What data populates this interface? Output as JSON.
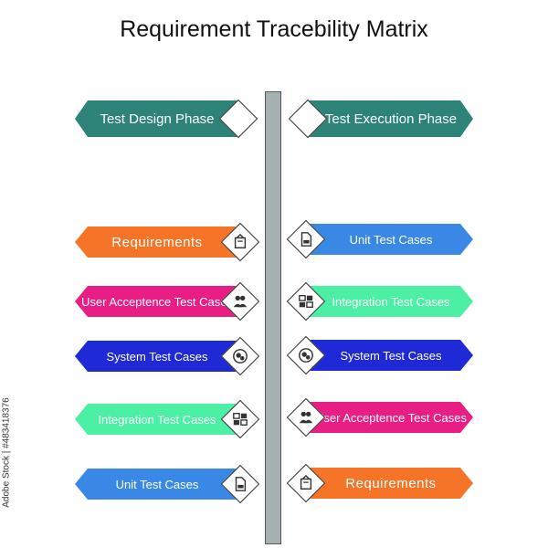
{
  "title": "Requirement Tracebility Matrix",
  "side_credit": "Adobe Stock | #483418376",
  "left": {
    "phase": {
      "label": "Test Design Phase",
      "color": "#2d8378"
    },
    "items": [
      {
        "label": "Requirements",
        "color": "#f57427",
        "icon": "document-icon"
      },
      {
        "label": "User Acceptence Test Cases",
        "color": "#e81e84",
        "icon": "users-icon"
      },
      {
        "label": "System Test Cases",
        "color": "#1f2ad6",
        "icon": "gears-icon"
      },
      {
        "label": "Integration Test Cases",
        "color": "#4bf0a4",
        "icon": "modules-icon"
      },
      {
        "label": "Unit Test Cases",
        "color": "#3a88e6",
        "icon": "file-icon"
      }
    ]
  },
  "right": {
    "phase": {
      "label": "Test Execution Phase",
      "color": "#2d8378"
    },
    "items": [
      {
        "label": "Unit Test Cases",
        "color": "#3a88e6",
        "icon": "file-icon"
      },
      {
        "label": "Integration Test Cases",
        "color": "#4bf0a4",
        "icon": "modules-icon"
      },
      {
        "label": "System Test Cases",
        "color": "#1f2ad6",
        "icon": "gears-icon"
      },
      {
        "label": "User Acceptence Test Cases",
        "color": "#e81e84",
        "icon": "users-icon"
      },
      {
        "label": "Requirements",
        "color": "#f57427",
        "icon": "document-icon"
      }
    ]
  }
}
